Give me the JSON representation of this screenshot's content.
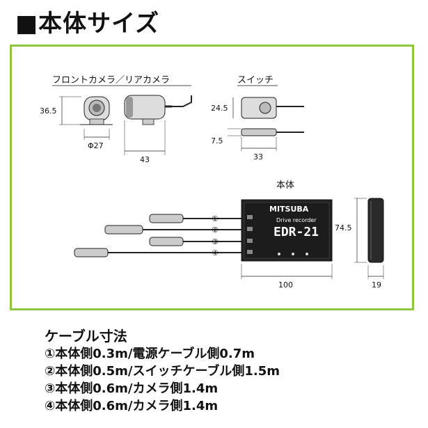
{
  "title": "■本体サイズ",
  "diagram": {
    "camera_label": "フロントカメラ／リアカメラ",
    "switch_label": "スイッチ",
    "body_label": "本体",
    "dims": {
      "cam_height": "36.5",
      "cam_diameter": "Φ27",
      "cam_length": "43",
      "sw_height": "24.5",
      "sw_thickness": "7.5",
      "sw_width": "33",
      "body_height": "74.5",
      "body_width": "100",
      "body_depth": "19"
    },
    "ports": [
      "①",
      "②",
      "③",
      "④"
    ],
    "device": {
      "brand": "MITSUBA",
      "product": "Drive recorder",
      "model": "EDR-21"
    }
  },
  "cables": {
    "heading": "ケーブル寸法",
    "rows": [
      "①本体側0.3m/電源ケーブル側0.7m",
      "②本体側0.5m/スイッチケーブル側1.5m",
      "③本体側0.6m/カメラ側1.4m",
      "④本体側0.6m/カメラ側1.4m"
    ]
  }
}
